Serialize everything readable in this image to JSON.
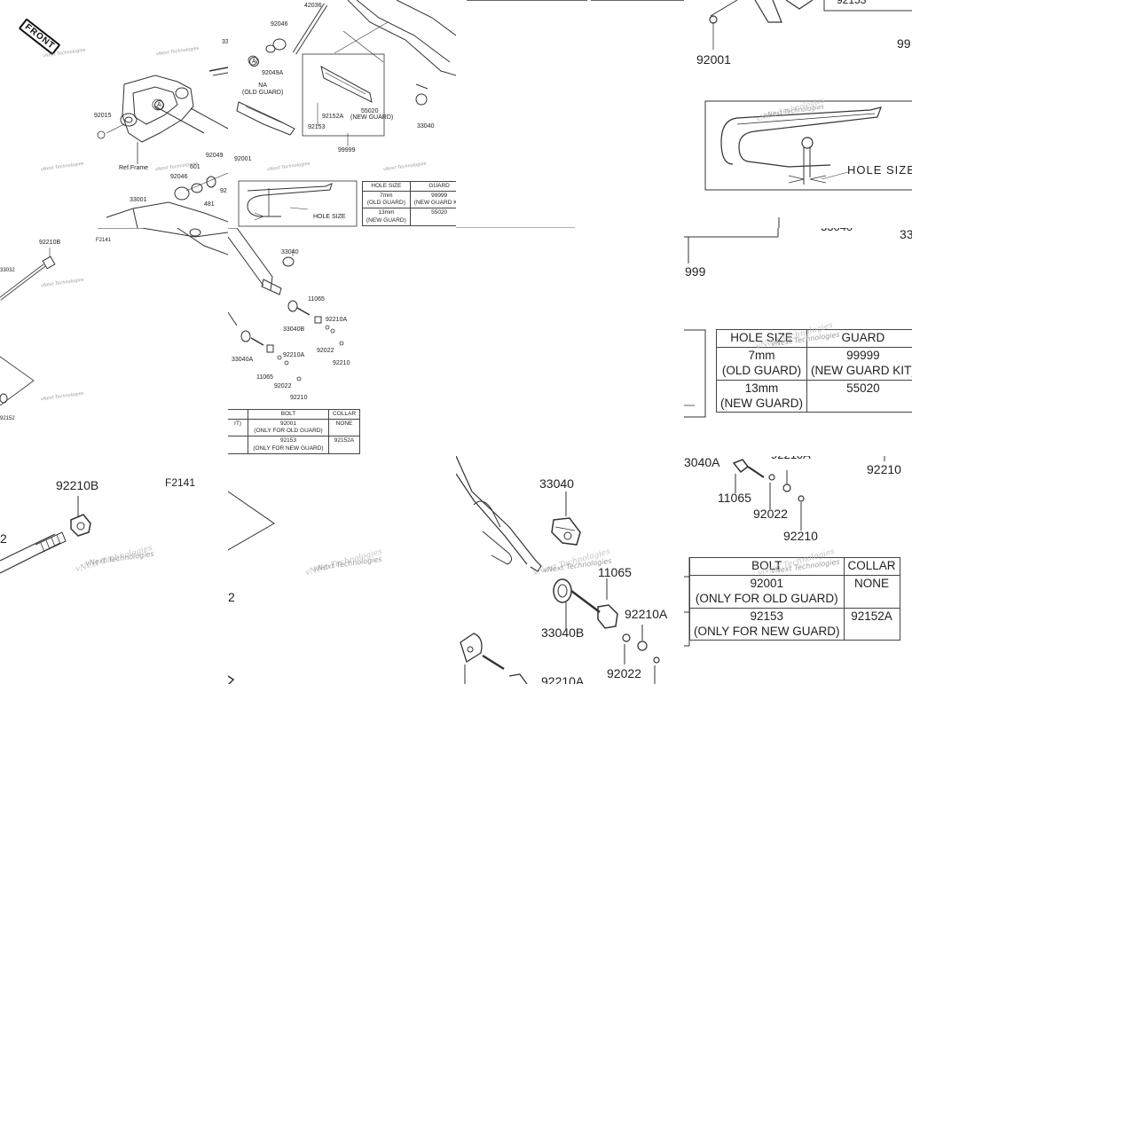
{
  "figure_code": "F2141",
  "front_marker": "FRONT",
  "ref_frame": "Ref.Frame",
  "watermark": "vNext Technologies",
  "callout_a": "A",
  "part_numbers": {
    "p42036": "42036",
    "p92046": "92046",
    "p92049A": "92049A",
    "p92015": "92015",
    "p92049": "92049",
    "p601": "601",
    "p481": "481",
    "p33001": "33001",
    "p92210B": "92210B",
    "p33032": "33032",
    "p92152": "92152",
    "p92153": "92153",
    "p92152A": "92152A",
    "p55020": "55020",
    "p99999": "99999",
    "p33040": "33040",
    "p92001": "92001",
    "p11065": "11065",
    "p92210A": "92210A",
    "p33040B": "33040B",
    "p92022": "92022",
    "p92210": "92210",
    "p33040A": "33040A",
    "na_old_guard": "NA\n(OLD GUARD)",
    "new_guard": "(NEW GUARD)",
    "hole_size": "HOLE SIZE",
    "partial_92": "92",
    "partial_33": "33",
    "partial_99": "99",
    "partial_999": "999",
    "partial_2": "2",
    "partial_92153_top": "92153",
    "partial_3040A": "3040A",
    "partial_33040_cut": "33040"
  },
  "guard_table": {
    "headers": [
      "HOLE SIZE",
      "GUARD"
    ],
    "rows": [
      [
        "7mm\n(OLD GUARD)",
        "99999\n(NEW GUARD KIT)"
      ],
      [
        "13mm\n(NEW GUARD)",
        "55020"
      ]
    ]
  },
  "bolt_table": {
    "headers": [
      "BOLT",
      "COLLAR"
    ],
    "rows": [
      [
        "92001\n(ONLY FOR OLD GUARD)",
        "NONE"
      ],
      [
        "92153\n(ONLY FOR NEW GUARD)",
        "92152A"
      ]
    ],
    "cut_prefix": "IT)"
  }
}
